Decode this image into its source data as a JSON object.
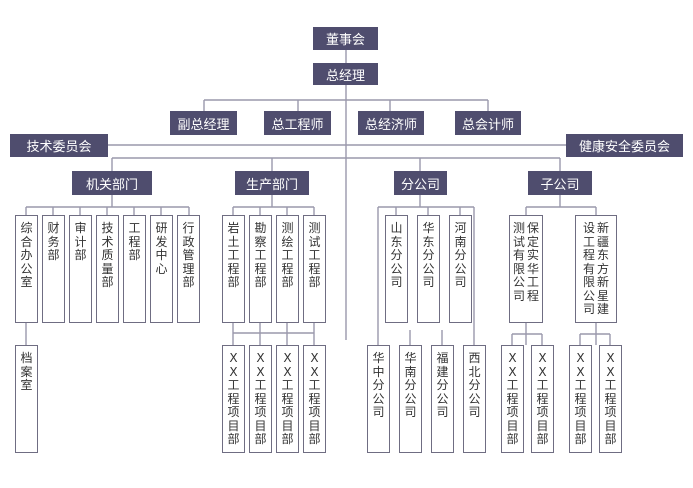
{
  "colors": {
    "dark_box": "#4f4d6e",
    "line": "#9a98ac",
    "border": "#6f6d82"
  },
  "top": {
    "board": "董事会",
    "gm": "总经理"
  },
  "executives": [
    "副总经理",
    "总工程师",
    "总经济师",
    "总会计师"
  ],
  "committees": {
    "left": "技术委员会",
    "right": "健康安全委员会"
  },
  "departments": [
    "机关部门",
    "生产部门",
    "分公司",
    "子公司"
  ],
  "jiguan": [
    "综合办公室",
    "财务部",
    "审计部",
    "技术质量部",
    "工程部",
    "研发中心",
    "行政管理部"
  ],
  "archive": "档案室",
  "shengchan": [
    "岩土工程部",
    "勘察工程部",
    "测绘工程部",
    "测试工程部"
  ],
  "project": "XX工程项目部",
  "fen_upper": [
    "山东分公司",
    "华东分公司",
    "河南分公司"
  ],
  "fen_lower": [
    "华中分公司",
    "华南分公司",
    "福建分公司",
    "西北分公司"
  ],
  "zi": {
    "left": [
      "测试有限公司",
      "保定实华工程"
    ],
    "right": [
      "设工程有限公司",
      "新疆东方新星建"
    ]
  }
}
